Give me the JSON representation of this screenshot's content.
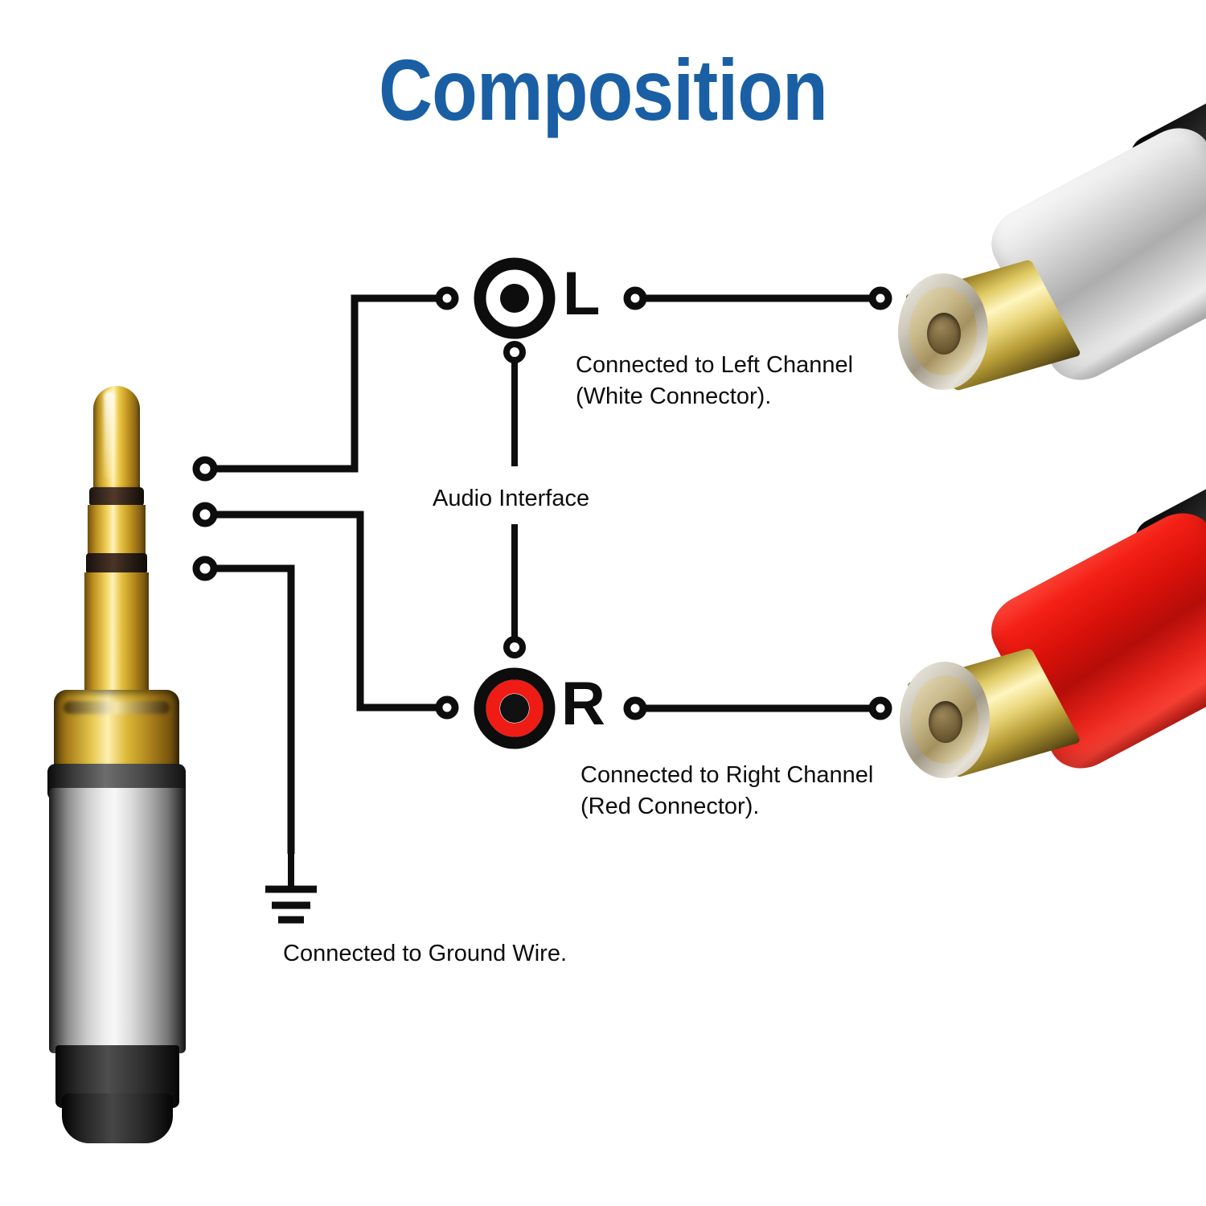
{
  "page": {
    "title": "Composition",
    "title_color": "#1A5FA4",
    "background_color": "#FFFFFF",
    "line_color": "#0D0D0D"
  },
  "diagram": {
    "center_label": "Audio Interface",
    "channels": [
      {
        "id": "left",
        "letter": "L",
        "symbol": "rca-jack-symbol-black",
        "symbol_colors": {
          "ring": "#000000",
          "center": "#000000",
          "gap": "#FFFFFF"
        },
        "caption": "Connected to Left Channel\n(White Connector)."
      },
      {
        "id": "right",
        "letter": "R",
        "symbol": "rca-jack-symbol-red",
        "symbol_colors": {
          "ring": "#000000",
          "center": "#0D0D0D",
          "gap": "#FFFFFF",
          "accent": "#EE1C14"
        },
        "caption": "Connected to Right Channel\n(Red Connector)."
      }
    ],
    "ground": {
      "symbol": "earth-ground-icon",
      "caption": "Connected to Ground Wire."
    }
  },
  "hardware": {
    "plug": {
      "name": "3.5mm TRS male plug",
      "tip_color": "#EDCB52",
      "body_color": "#D8D8D8",
      "boot_color": "#101010"
    },
    "connectors": [
      {
        "name": "RCA female connector (white/silver)",
        "body_color": "#D9D9D9",
        "contact_color": "#E8D478"
      },
      {
        "name": "RCA female connector (red)",
        "body_color": "#E31B13",
        "contact_color": "#E8D478"
      }
    ]
  }
}
